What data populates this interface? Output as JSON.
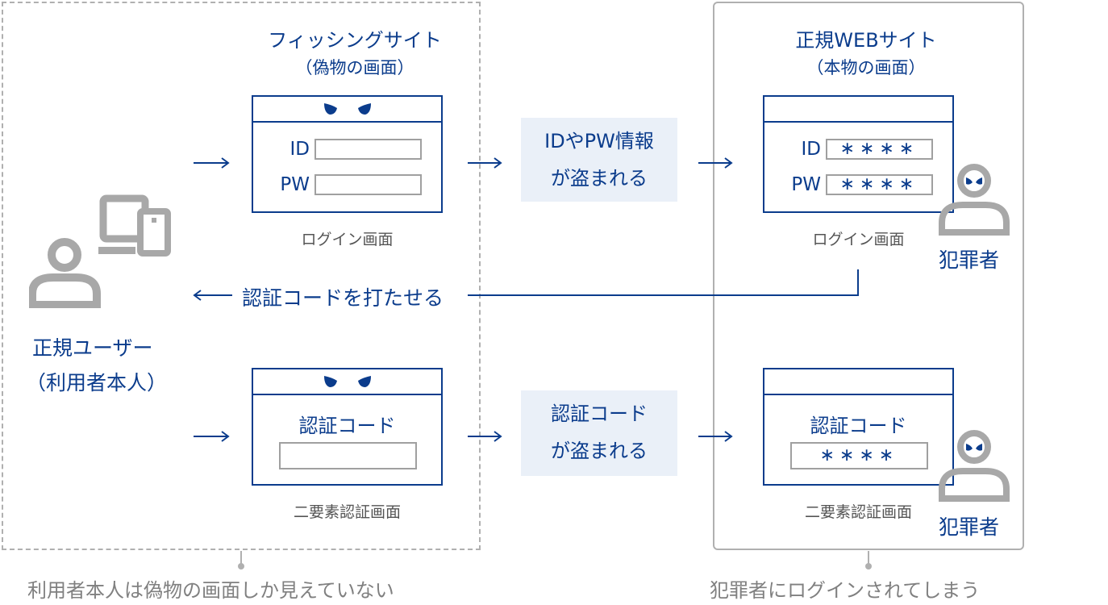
{
  "phishing_site": {
    "title": "フィッシングサイト",
    "subtitle": "（偽物の画面）",
    "login_caption": "ログイン画面",
    "twofa_caption": "二要素認証画面",
    "id_label": "ID",
    "pw_label": "PW",
    "twofa_title": "認証コード"
  },
  "legit_site": {
    "title": "正規WEBサイト",
    "subtitle": "（本物の画面）",
    "login_caption": "ログイン画面",
    "twofa_caption": "二要素認証画面",
    "id_label": "ID",
    "pw_label": "PW",
    "id_value": "∗∗∗∗",
    "pw_value": "∗∗∗∗",
    "twofa_title": "認証コード",
    "twofa_value": "∗∗∗∗"
  },
  "user": {
    "label_line1": "正規ユーザー",
    "label_line2": "（利用者本人）"
  },
  "steps": {
    "stolen_credentials_line1": "IDやPW情報",
    "stolen_credentials_line2": "が盗まれる",
    "stolen_code_line1": "認証コード",
    "stolen_code_line2": "が盗まれる",
    "enter_code": "認証コードを打たせる"
  },
  "criminal": {
    "label_top": "犯罪者",
    "label_bottom": "犯罪者"
  },
  "notes": {
    "left": "利用者本人は偽物の画面しか見えていない",
    "right": "犯罪者にログインされてしまう"
  },
  "colors": {
    "accent": "#0b3c8c",
    "gray_icon": "#a8a8a8",
    "badge_bg": "#eaf0f8"
  }
}
